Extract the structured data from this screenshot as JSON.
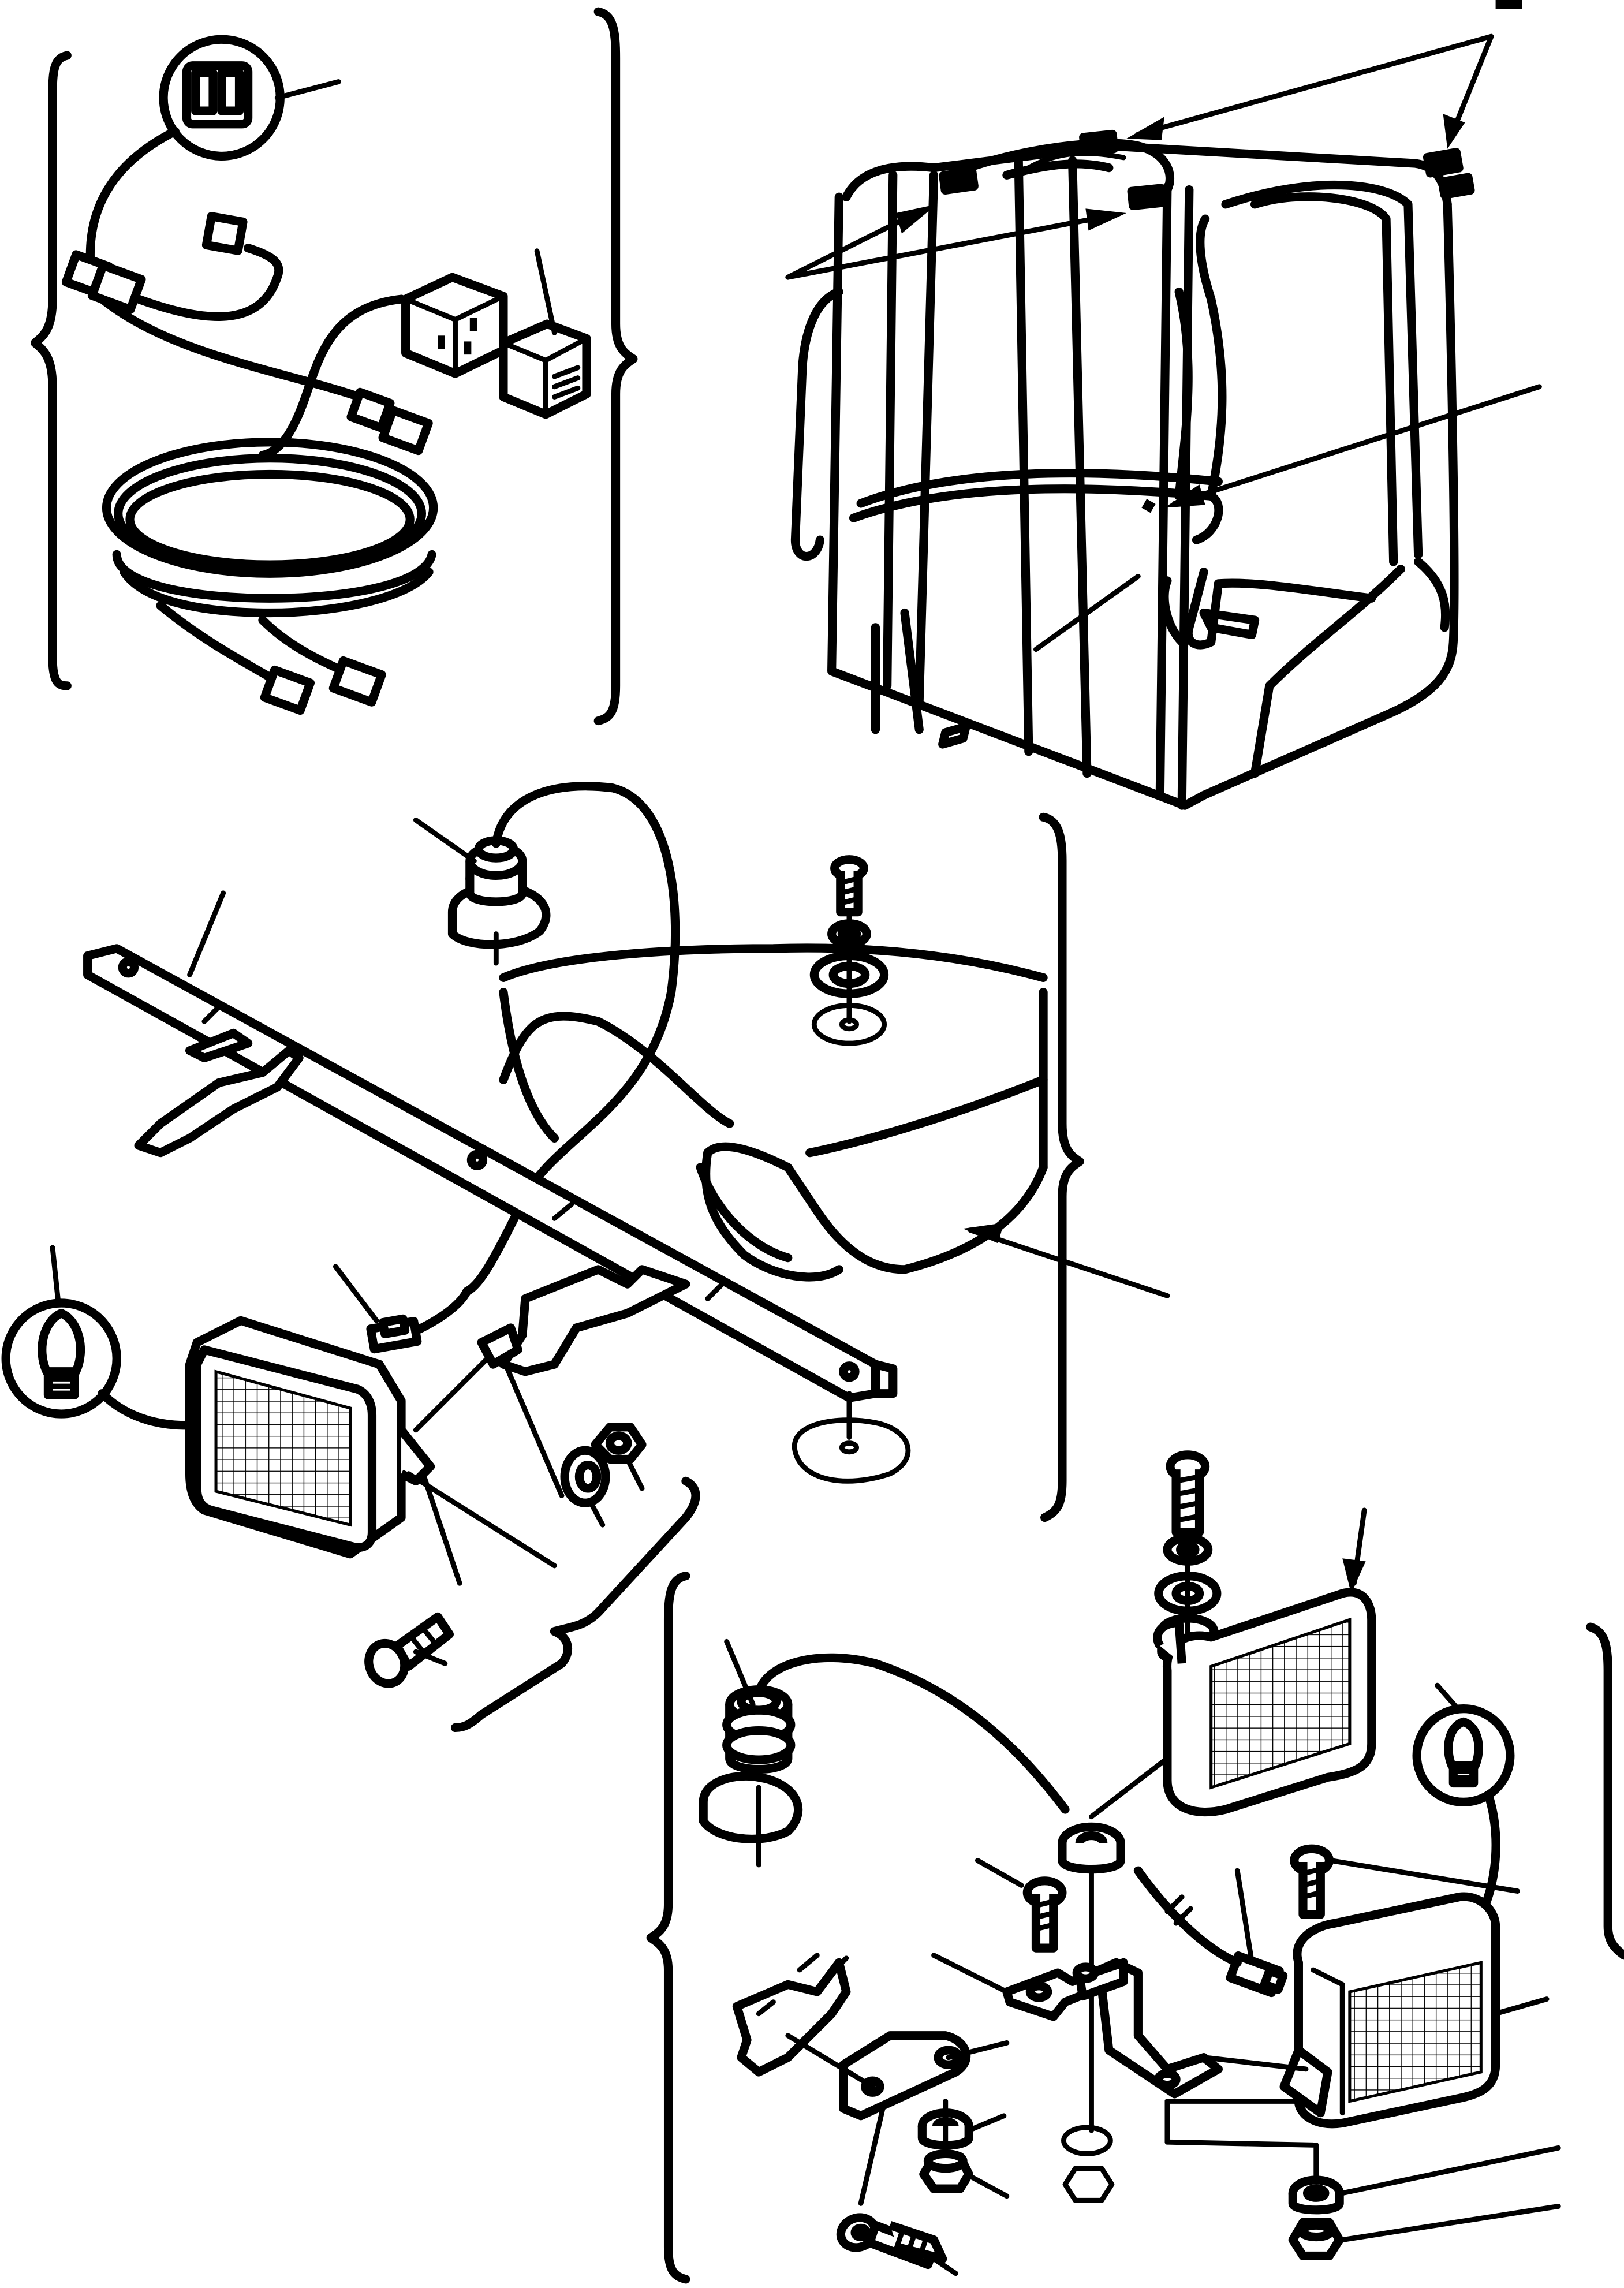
{
  "figure": {
    "panels": [
      {
        "id": "harness-kit",
        "description_visible": false
      },
      {
        "id": "cab-frame"
      },
      {
        "id": "roof-mounting"
      },
      {
        "id": "lamp-assembly-left"
      },
      {
        "id": "lamp-assembly-right"
      }
    ]
  },
  "icons": {
    "fuse": "fuse-icon",
    "relay": "relay-icon",
    "relay_socket": "relay-socket-icon",
    "bulb": "bulb-icon",
    "work_lamp": "work-lamp-icon",
    "grommet": "grommet-icon",
    "bolt": "bolt-icon",
    "washer": "washer-icon",
    "nut": "nut-icon",
    "connector": "connector-icon",
    "bracket": "bracket-icon",
    "cable_coil": "cable-coil-icon"
  },
  "colors": {
    "ink": "#000000",
    "paper": "#ffffff"
  }
}
